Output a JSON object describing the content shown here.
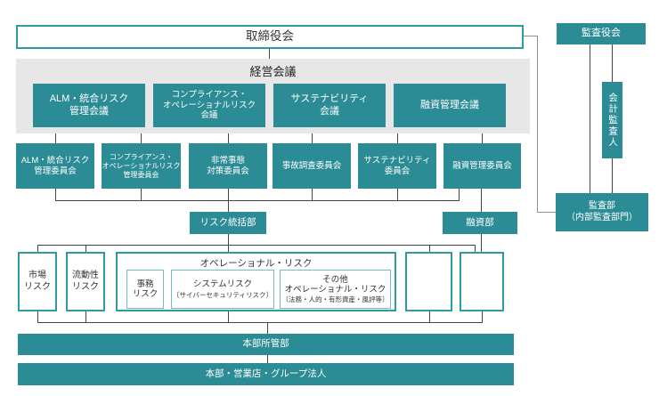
{
  "colors": {
    "teal_fill": "#2b8c95",
    "teal_border": "#2e9aa2",
    "inner_border": "#74bcc2",
    "panel_gray": "#e7e7e7",
    "line_dark": "#444444",
    "line_light": "#8f8f8f",
    "text_dark": "#333333",
    "text_light": "#ffffff"
  },
  "nodes": {
    "board": "取締役会",
    "audit_board": "監査役会",
    "accounting_auditor": "会計監査人",
    "audit_dept": "監査部\n（内部監査部門）",
    "management_title": "経営会議",
    "meetings": [
      "ALM・統合リスク\n管理会議",
      "コンプライアンス・\nオペレーショナルリスク\n会議",
      "サステナビリティ\n会議",
      "融資管理会議"
    ],
    "committees": [
      "ALM・統合リスク\n管理委員会",
      "コンプライアンス・\nオペレーショナルリスク\n管理委員会",
      "非常事態\n対策委員会",
      "事故調査委員会",
      "サステナビリティ\n委員会",
      "融資管理委員会"
    ],
    "risk_dept": "リスク統括部",
    "loan_dept": "融資部",
    "market_risk": "市場\nリスク",
    "liquidity_risk": "流動性\nリスク",
    "op_risk_title": "オペレーショナル・リスク",
    "admin_risk": "事務\nリスク",
    "system_risk": "システムリスク",
    "system_risk_sub": "〔サイバーセキュリティリスク〕",
    "other_op_risk": "その他\nオペレーショナル・リスク",
    "other_op_risk_sub": "〔法務・人的・有形資産・風評等〕",
    "headquarters_bar": "本部所管部",
    "group_bar": "本部・営業店・グループ法人"
  }
}
